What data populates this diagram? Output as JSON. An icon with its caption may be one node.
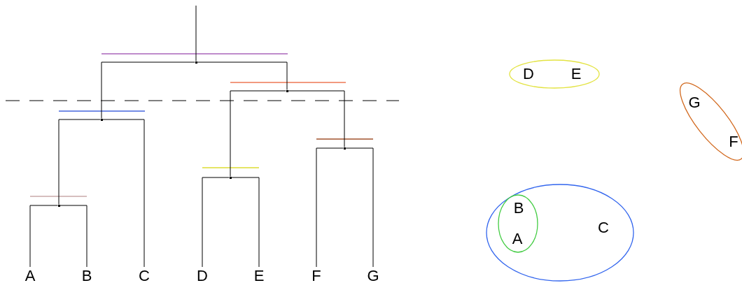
{
  "diagram": {
    "nodes": [
      {
        "text": [
          "A"
        ]
      },
      {
        "text": [
          "B"
        ]
      },
      {
        "text": [
          "C"
        ]
      },
      {
        "text": [
          "D"
        ]
      },
      {
        "text": [
          "E"
        ]
      },
      {
        "text": [
          "F"
        ]
      },
      {
        "text": [
          "G"
        ]
      },
      {
        "text": [],
        "shape": "point"
      },
      {
        "text": [],
        "shape": "point"
      },
      {
        "text": [],
        "shape": "point"
      },
      {
        "text": [],
        "shape": "point"
      },
      {
        "text": [],
        "shape": "point"
      },
      {
        "text": [],
        "shape": "point"
      },
      {
        "text": [
          "D",
          "E"
        ]
      },
      {
        "text": [
          "G",
          "F"
        ]
      },
      {
        "text": [
          "C"
        ]
      },
      {
        "text": [
          "B",
          "A"
        ],
        "in": 15
      }
    ],
    "edges": [
      {
        "from": 7,
        "to": 0,
        "arrow": "none"
      },
      {
        "from": 7,
        "to": 1,
        "arrow": "none"
      },
      {
        "from": 8,
        "to": 7,
        "arrow": "none"
      },
      {
        "from": 8,
        "to": 2,
        "arrow": "none"
      },
      {
        "from": 9,
        "to": 3,
        "arrow": "none"
      },
      {
        "from": 9,
        "to": 4,
        "arrow": "none"
      },
      {
        "from": 10,
        "to": 5,
        "arrow": "none"
      },
      {
        "from": 10,
        "to": 6,
        "arrow": "none"
      },
      {
        "from": 11,
        "to": 9,
        "arrow": "none"
      },
      {
        "from": 11,
        "to": 10,
        "arrow": "none"
      },
      {
        "from": 12,
        "to": 8,
        "arrow": "none"
      },
      {
        "from": 12,
        "to": 11,
        "arrow": "none"
      },
      {
        "from": null,
        "to": 12,
        "arrow": "none"
      }
    ]
  }
}
